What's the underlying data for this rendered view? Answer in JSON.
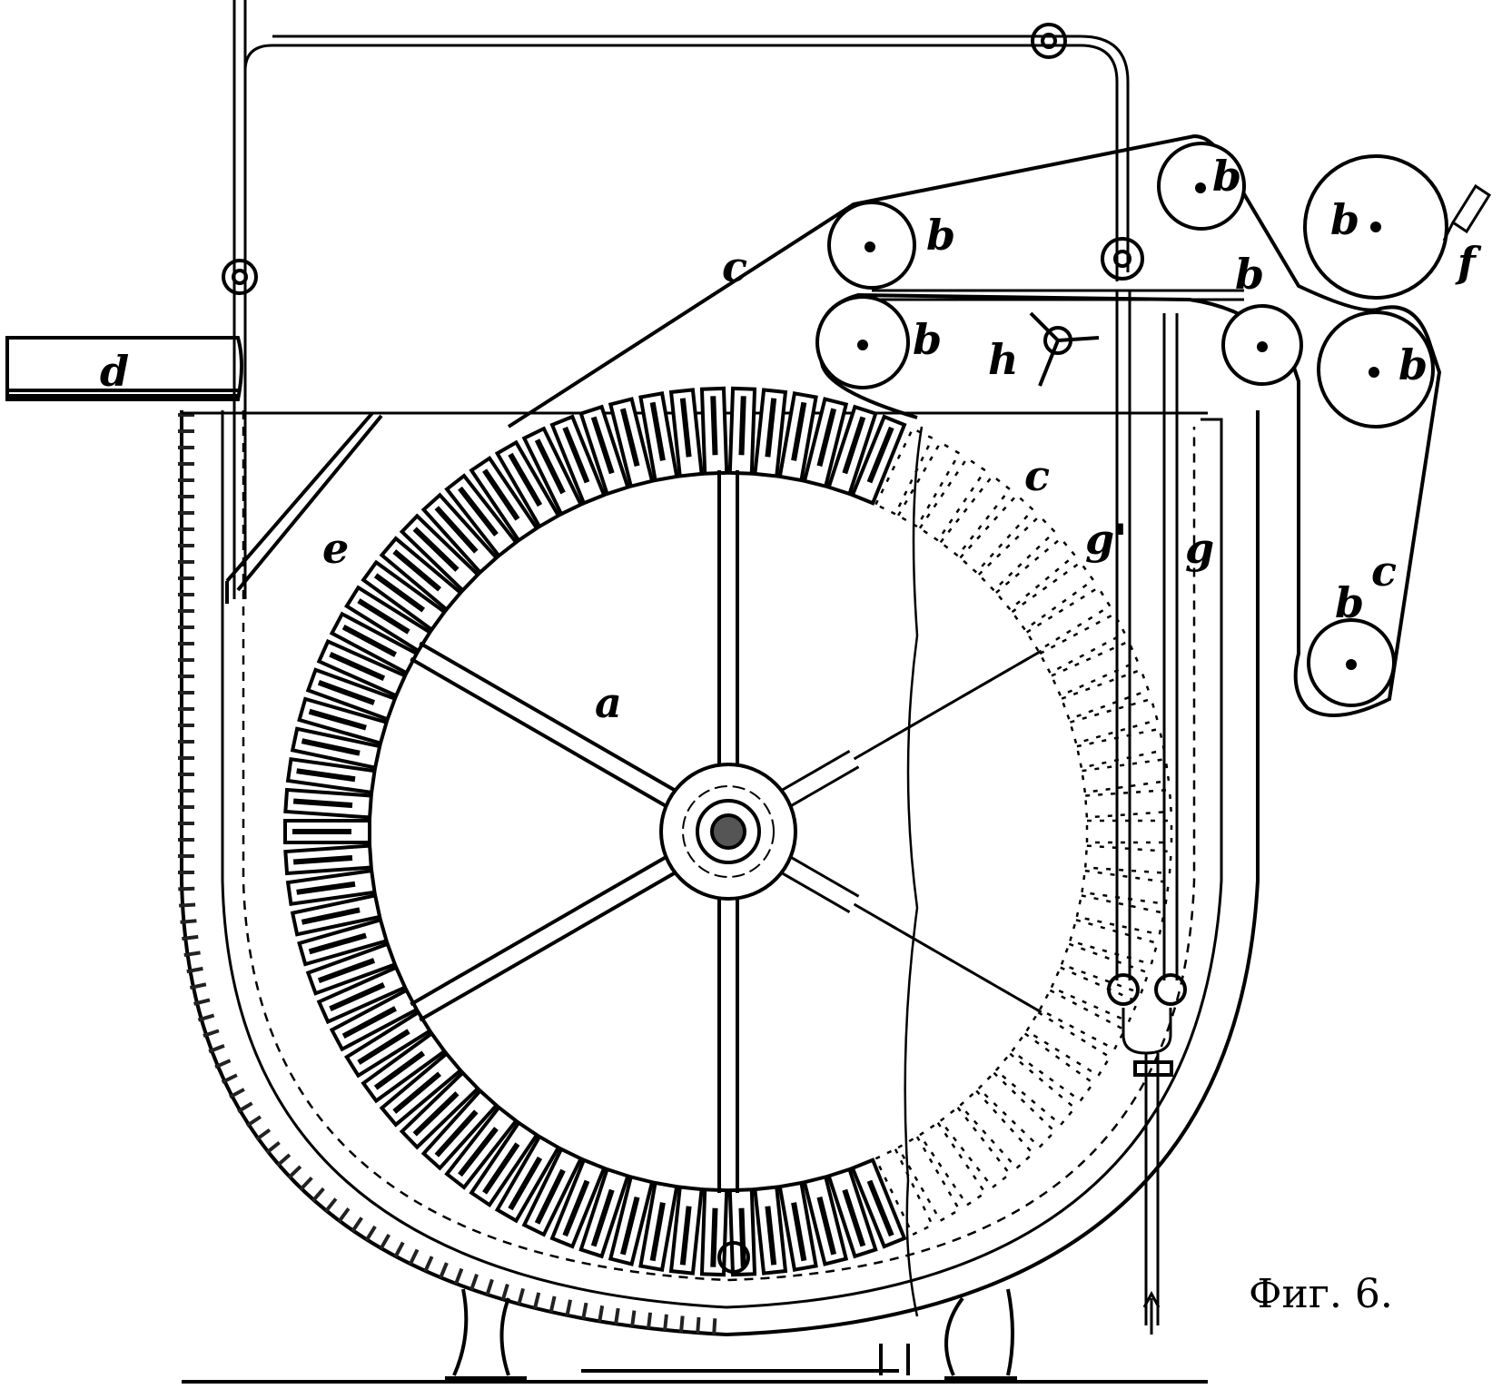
{
  "figure": {
    "caption": "Фиг. 6.",
    "labels": {
      "a": "a",
      "b": "b",
      "c": "c",
      "d": "d",
      "e": "e",
      "f": "f",
      "g": "g",
      "g_prime": "g'",
      "h": "h"
    }
  },
  "colors": {
    "ink": "#000000",
    "paper": "#ffffff"
  }
}
